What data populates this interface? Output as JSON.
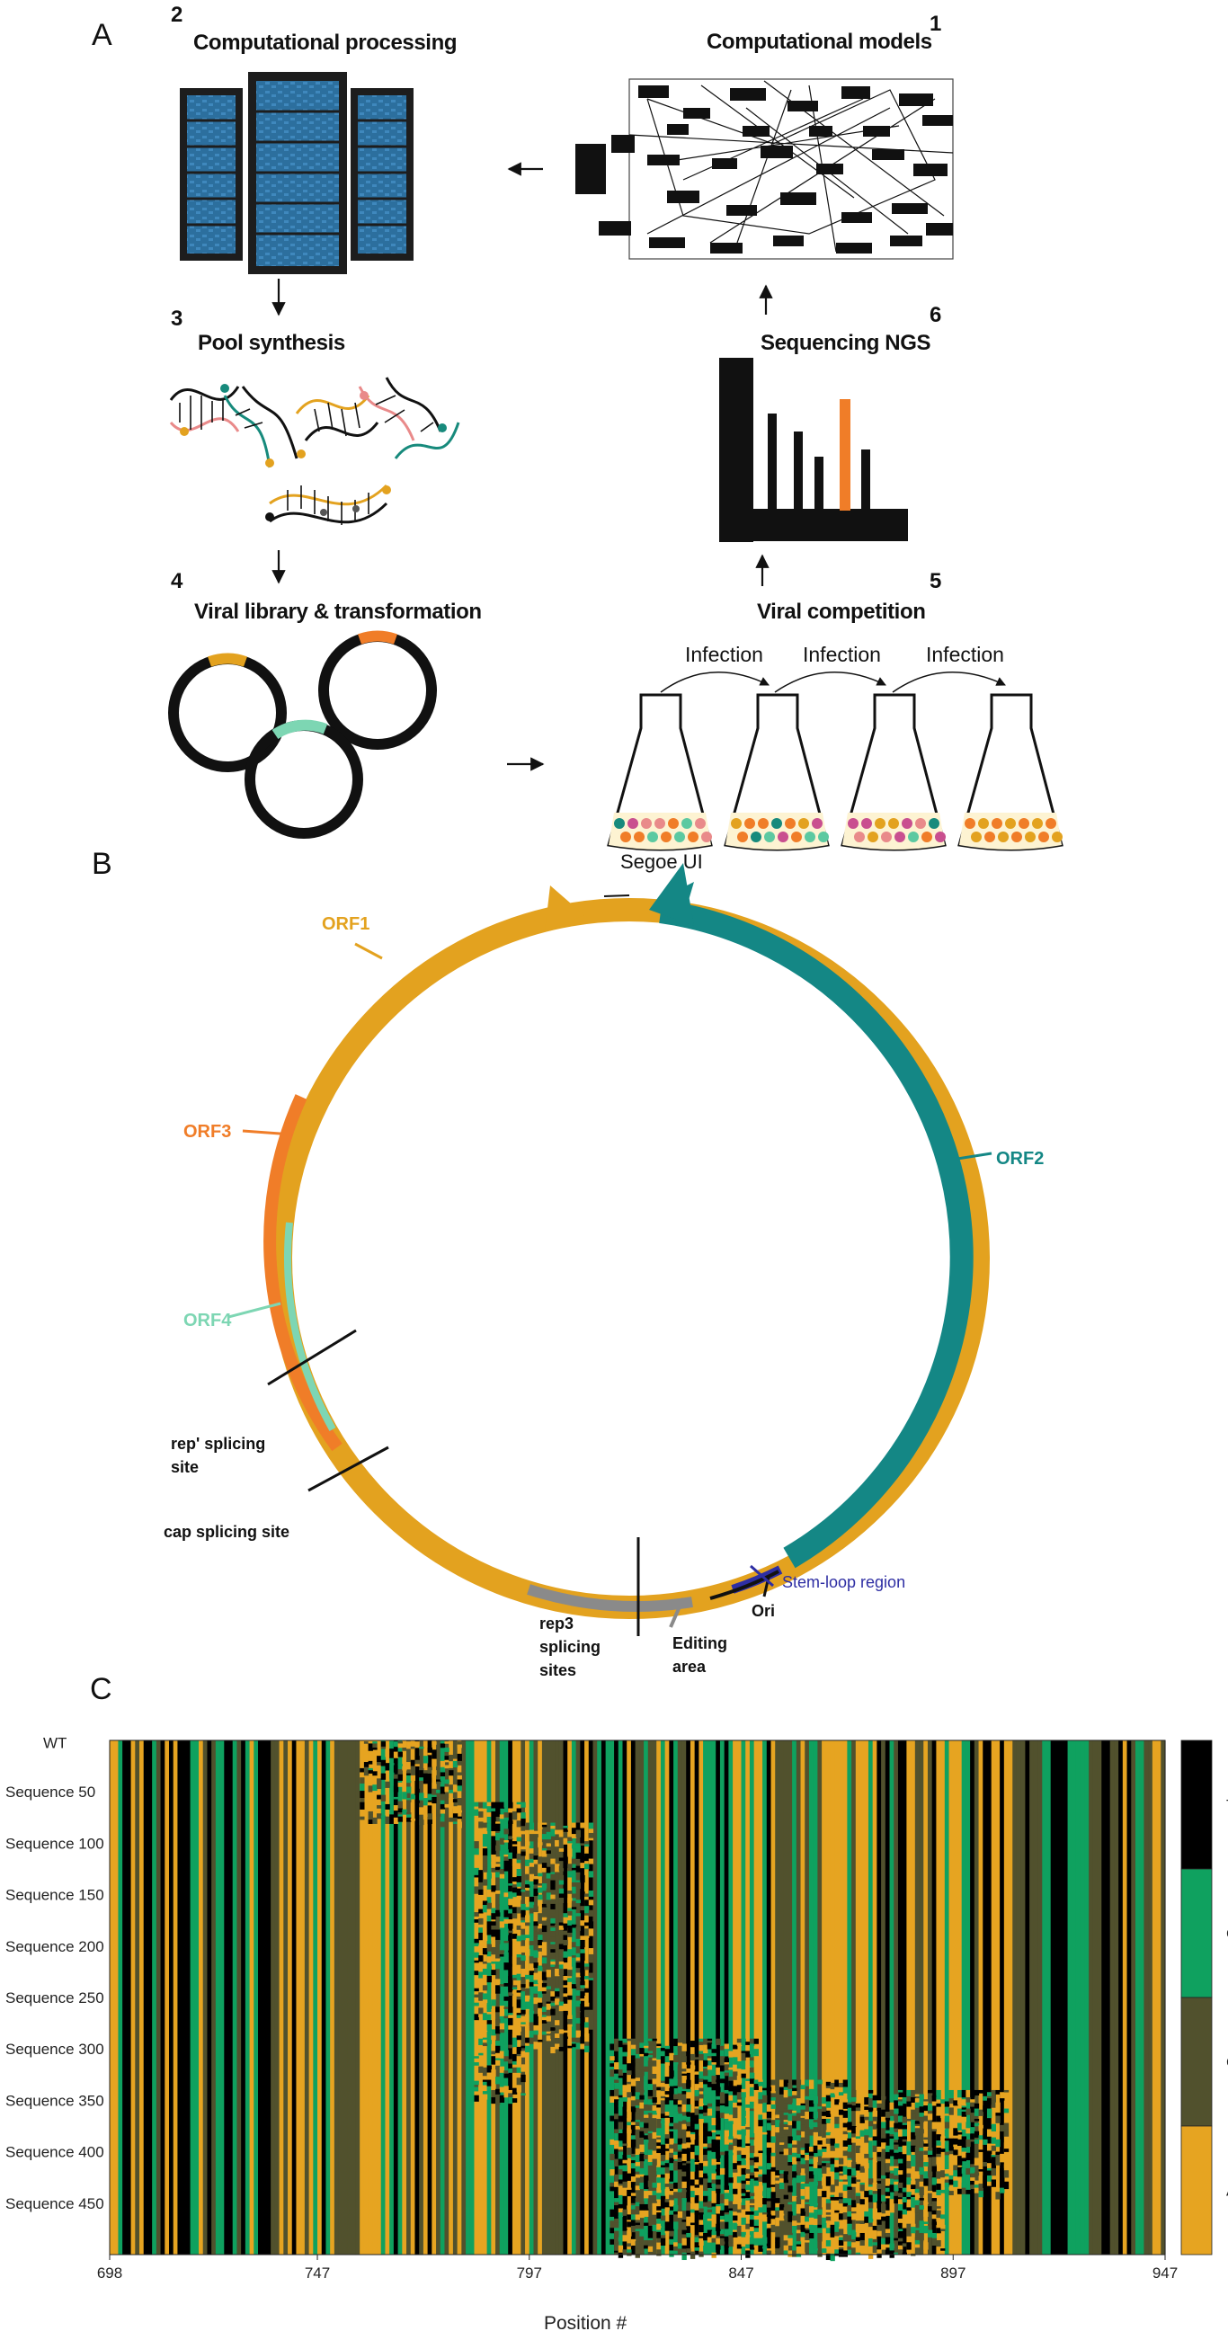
{
  "panels": {
    "a": "A",
    "b": "B",
    "c": "C"
  },
  "workflow": {
    "steps": [
      {
        "num": "2",
        "label": "Computational processing"
      },
      {
        "num": "1",
        "label": "Computational models"
      },
      {
        "num": "3",
        "label": "Pool synthesis"
      },
      {
        "num": "6",
        "label": "Sequencing NGS"
      },
      {
        "num": "4",
        "label": "Viral library & transformation"
      },
      {
        "num": "5",
        "label": "Viral competition"
      }
    ],
    "infection_labels": [
      "Infection",
      "Infection",
      "Infection"
    ],
    "flask_caption": "Segoe UI",
    "colors": {
      "orange": "#f07d28",
      "gold": "#e3a21f",
      "mint": "#5cc9a1",
      "teal": "#178a7c",
      "server_blue": "#2c6f9e"
    }
  },
  "plasmid": {
    "labels": {
      "orf1": "ORF1",
      "orf2": "ORF2",
      "orf3": "ORF3",
      "orf4": "ORF4",
      "rep_splice_1": "rep' splicing",
      "rep_splice_2": "site",
      "cap_splice": "cap splicing site",
      "rep3_1": "rep3",
      "rep3_2": "splicing",
      "rep3_3": "sites",
      "editing_1": "Editing",
      "editing_2": "area",
      "ori": "Ori",
      "stem_loop": "Stem-loop region"
    },
    "colors": {
      "orf1": "#e3a21f",
      "orf2": "#148785",
      "orf3": "#f07d28",
      "orf4": "#7dd6b3",
      "editing": "#8a8a8a",
      "stem_loop": "#2e2ea3"
    }
  },
  "chart_data": {
    "type": "heatmap",
    "title": "",
    "xlabel": "Position #",
    "ylabel": "",
    "x_range": [
      698,
      947
    ],
    "x_ticks": [
      698,
      747,
      797,
      847,
      897,
      947
    ],
    "y_ticks": [
      "WT",
      "Sequence 50",
      "Sequence 100",
      "Sequence 150",
      "Sequence 200",
      "Sequence 250",
      "Sequence 300",
      "Sequence 350",
      "Sequence 400",
      "Sequence 450"
    ],
    "row_count": 500,
    "nucleotides": [
      {
        "base": "T",
        "color": "#000000"
      },
      {
        "base": "G",
        "color": "#0fa15f"
      },
      {
        "base": "C",
        "color": "#51512d"
      },
      {
        "base": "A",
        "color": "#e6a421"
      }
    ],
    "colorbar_labels": [
      "T",
      "G",
      "C",
      "A"
    ],
    "edited_regions": [
      {
        "x_start": 757,
        "x_end": 781,
        "rows": [
          1,
          80
        ]
      },
      {
        "x_start": 784,
        "x_end": 796,
        "rows": [
          60,
          350
        ]
      },
      {
        "x_start": 796,
        "x_end": 812,
        "rows": [
          80,
          300
        ]
      },
      {
        "x_start": 816,
        "x_end": 851,
        "rows": [
          290,
          500
        ]
      },
      {
        "x_start": 851,
        "x_end": 872,
        "rows": [
          330,
          500
        ]
      },
      {
        "x_start": 872,
        "x_end": 895,
        "rows": [
          340,
          500
        ]
      },
      {
        "x_start": 895,
        "x_end": 910,
        "rows": [
          340,
          440
        ]
      }
    ]
  }
}
